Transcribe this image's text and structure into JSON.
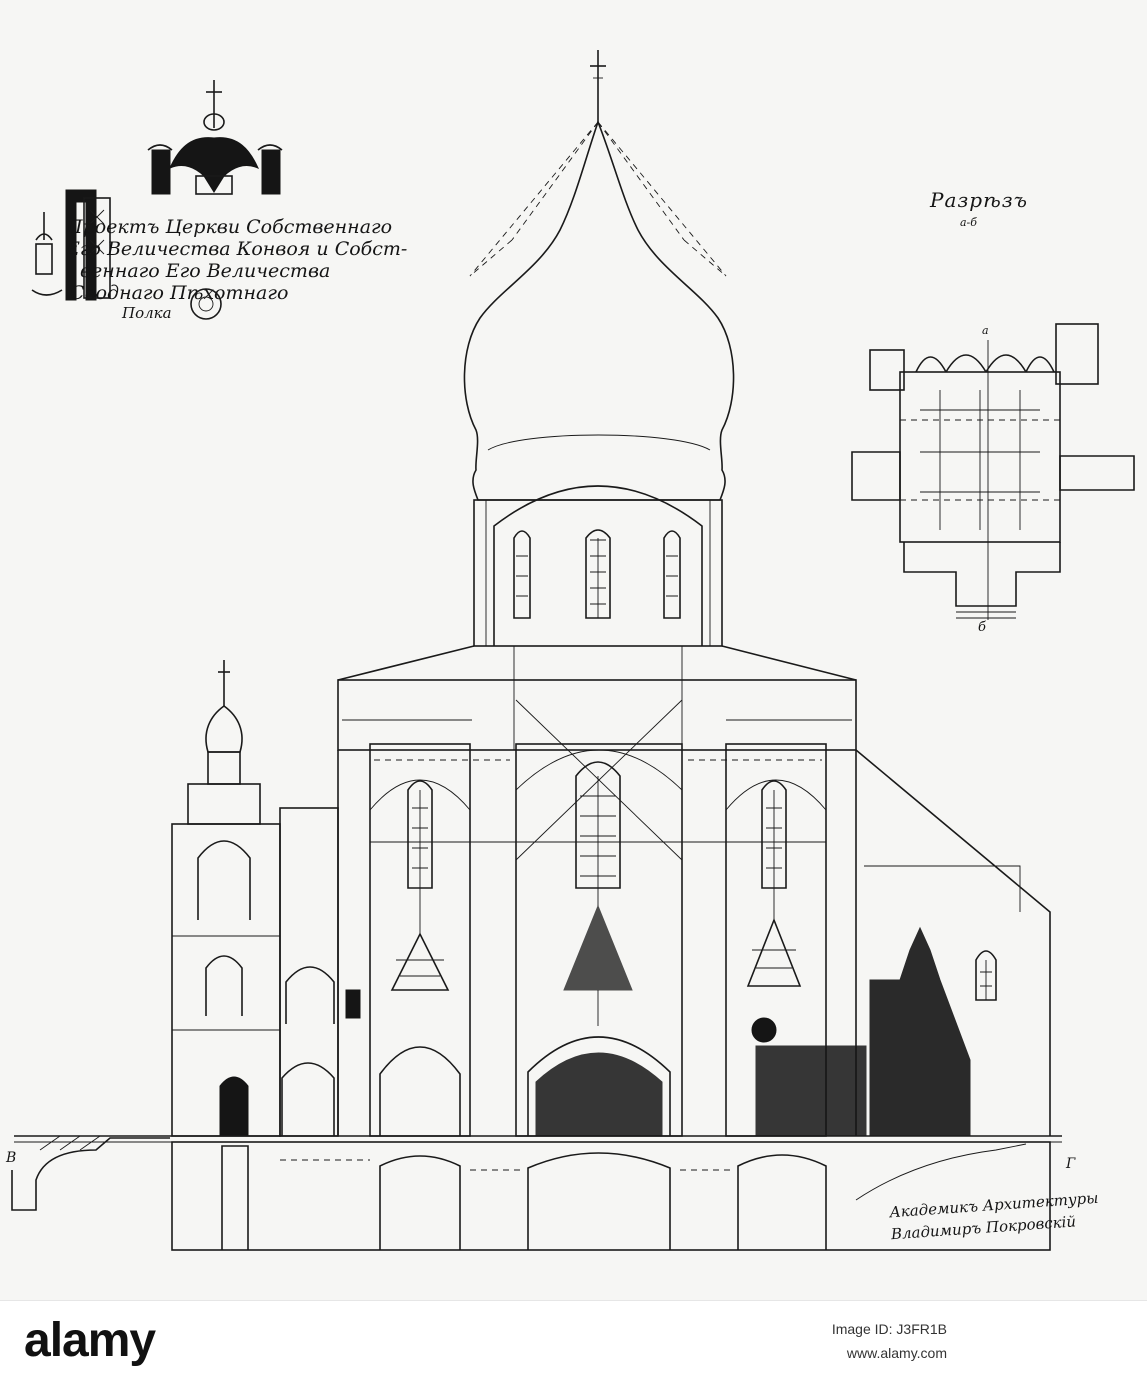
{
  "drawing": {
    "title_lines": [
      "Проектъ Церкви Собственнаго",
      "Его Величества Конвоя и Собст-",
      "веннаго Его Величества",
      "Своднаго Пѣхотнаго",
      "Полка"
    ],
    "section_label": "Разрѣзъ",
    "section_scale": "а-б",
    "plan_marks": [
      "а",
      "б"
    ],
    "section_marks": [
      "В",
      "Г"
    ],
    "architect_signature_lines": [
      "Академикъ Архитектуры",
      "Владимиръ Покровскій"
    ]
  },
  "watermark": {
    "logo": "alamy",
    "image_id": "Image ID: J3FR1B",
    "site": "www.alamy.com"
  }
}
